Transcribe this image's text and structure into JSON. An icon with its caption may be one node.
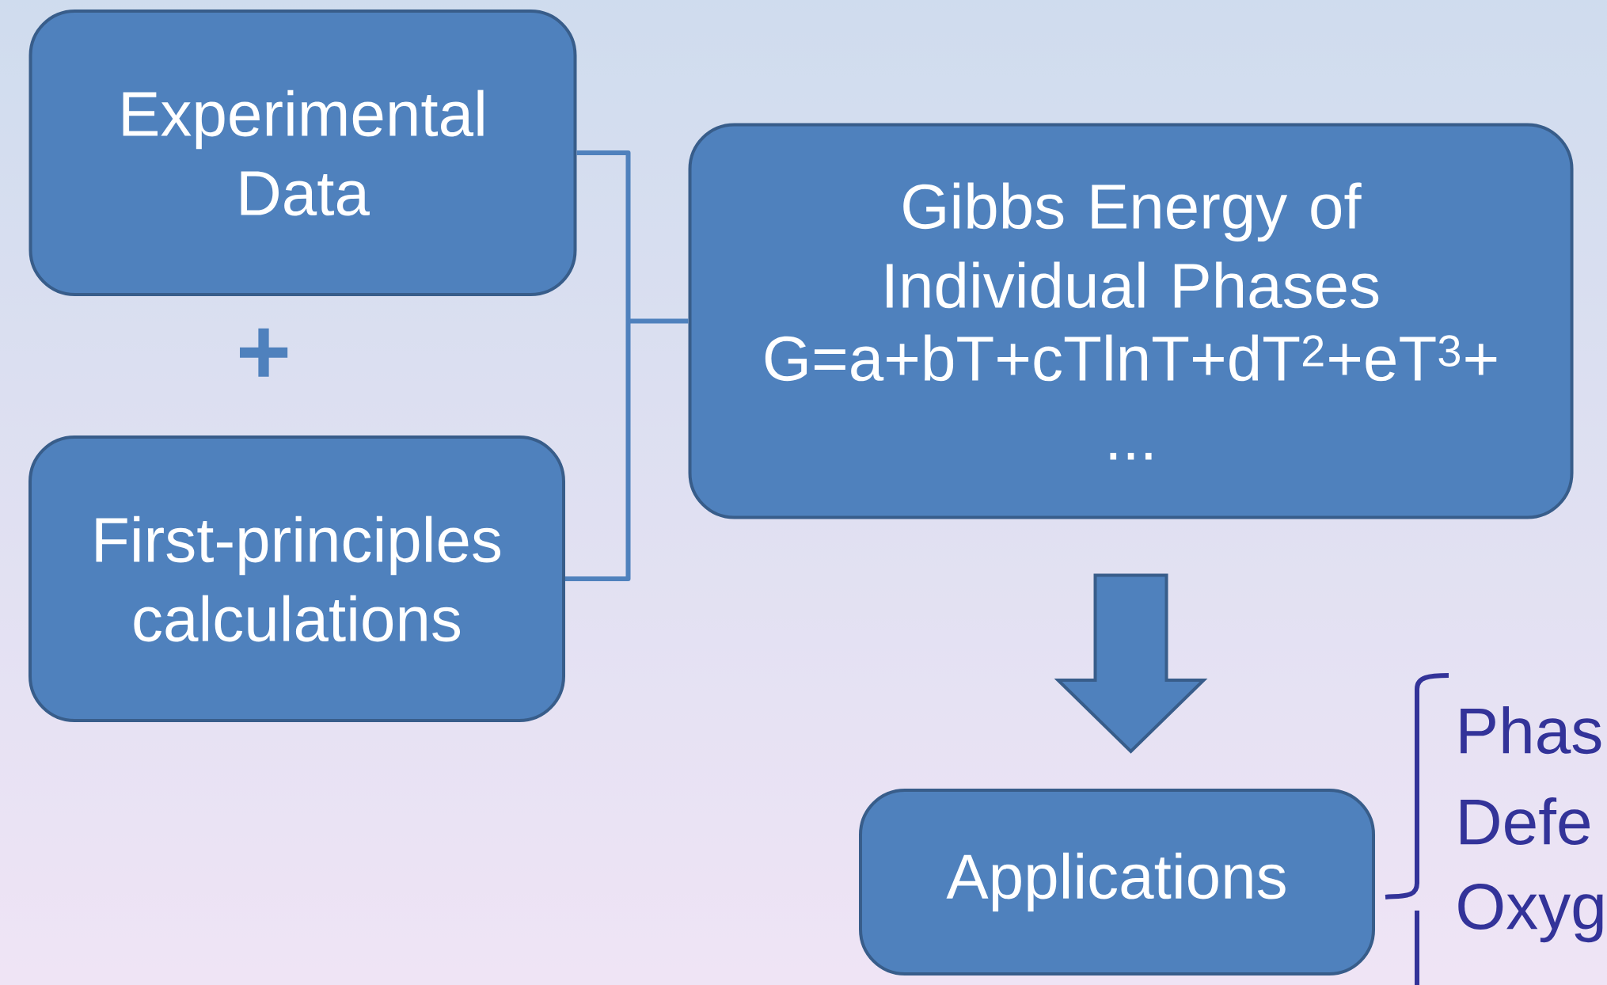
{
  "diagram": {
    "nodes": [
      {
        "text": [
          "Experimental Data"
        ]
      },
      {
        "text": [
          "First-principles calculations"
        ]
      },
      {
        "text": [
          "Gibbs Energy of Individual Phases",
          "G=a+bT+cTlnT+dT$^{2}$+eT$^{3}$+ ..."
        ]
      },
      {
        "text": [
          "Applications"
        ]
      }
    ],
    "edges": [
      {
        "from": 0,
        "to": 2,
        "arrow": "none"
      },
      {
        "from": 1,
        "to": 2,
        "arrow": "none"
      },
      {
        "from": 2,
        "to": 3,
        "arrow": "to",
        "style": "thick"
      }
    ],
    "labels": [
      "+",
      "Phas",
      "Defe",
      "Oxyg"
    ]
  }
}
